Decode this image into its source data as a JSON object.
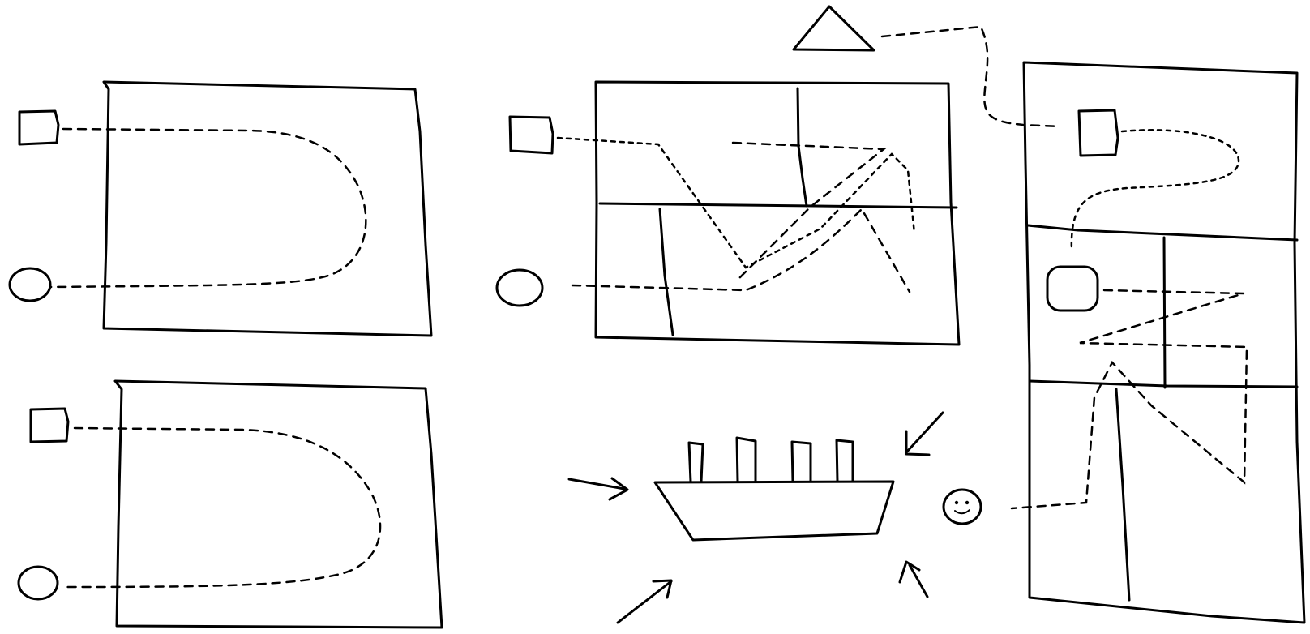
{
  "sketch": {
    "background_color": "#ffffff",
    "stroke_color": "#000000",
    "panels": [
      {
        "name": "panel-top-left",
        "regions": 1
      },
      {
        "name": "panel-bottom-left",
        "regions": 1
      },
      {
        "name": "panel-top-middle",
        "regions": 4
      },
      {
        "name": "panel-right",
        "regions": 5
      }
    ],
    "markers": [
      "square",
      "circle",
      "triangle",
      "smiley"
    ],
    "ship": {
      "smokestacks": 4
    },
    "arrows_toward_ship": 4
  }
}
